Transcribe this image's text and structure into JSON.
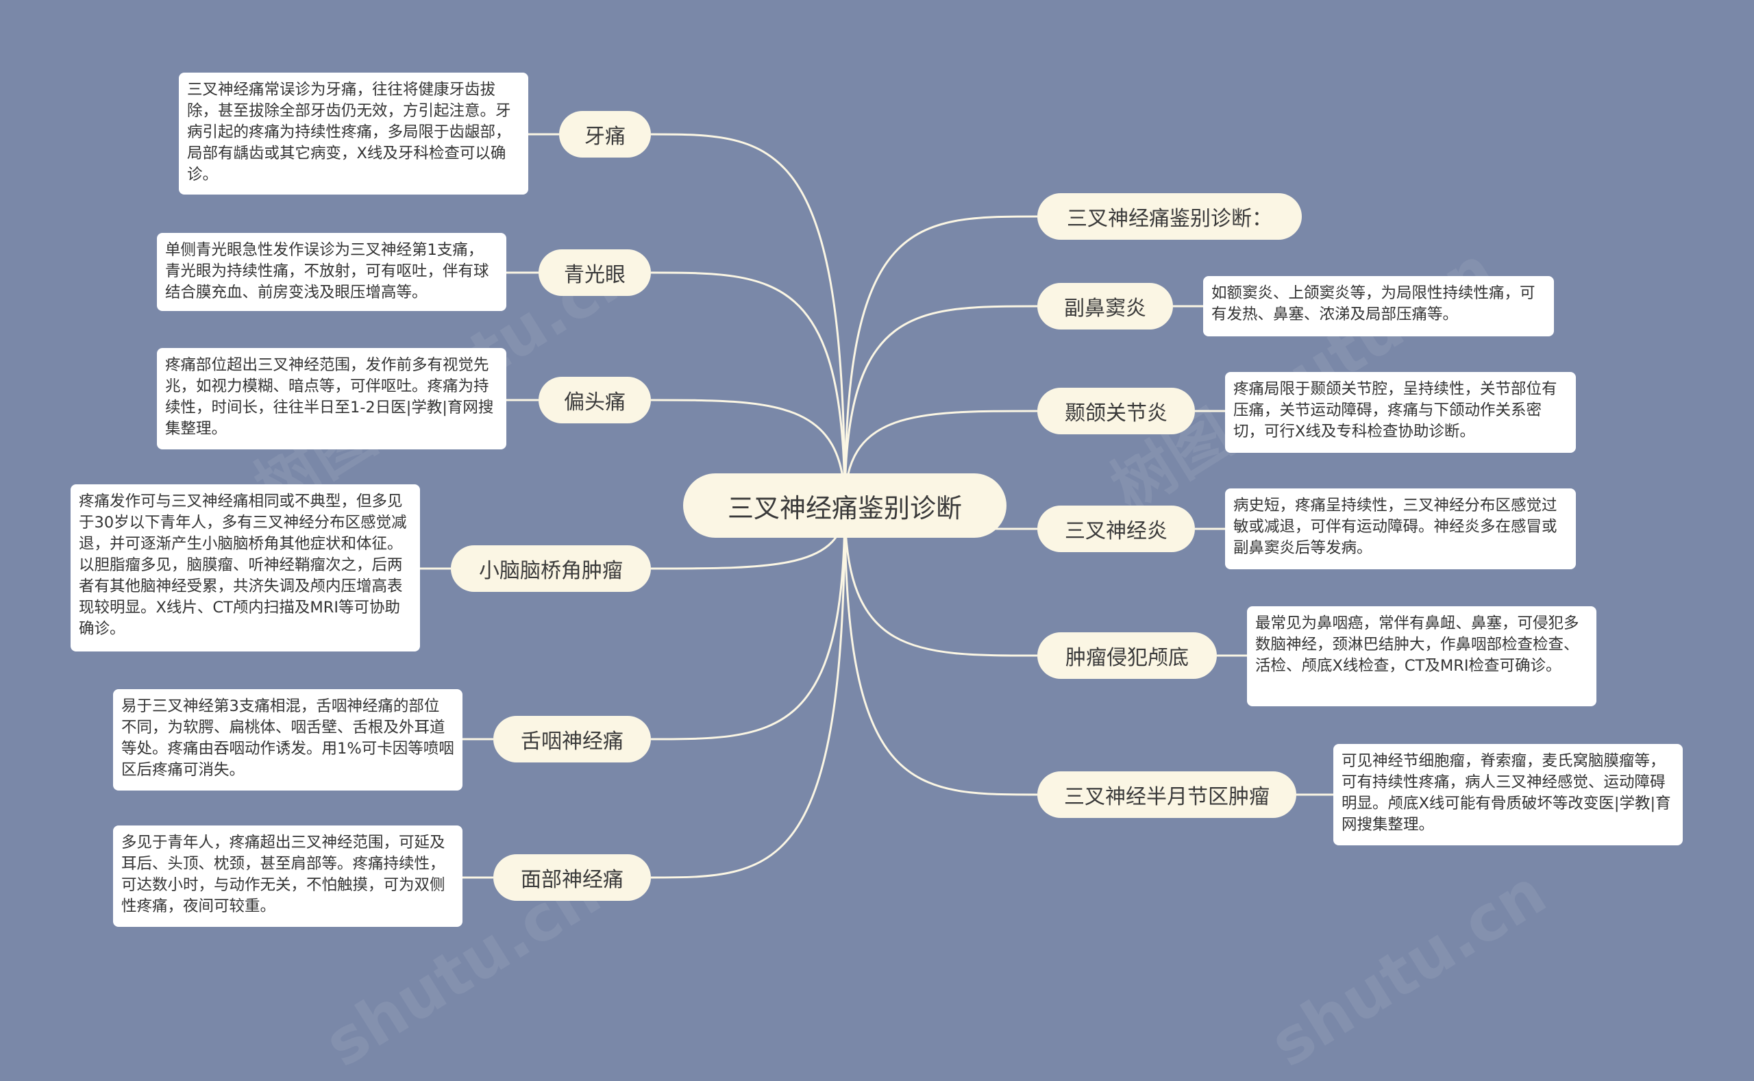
{
  "colors": {
    "background": "#7a88a8",
    "node_fill": "#fbf6e4",
    "note_fill": "#ffffff",
    "link_stroke": "#fbf6e4"
  },
  "watermark": "树图shutu.cn",
  "center": {
    "label": "三叉神经痛鉴别诊断"
  },
  "left_branches": [
    {
      "label": "牙痛",
      "note": "三叉神经痛常误诊为牙痛，往往将健康牙齿拔除，甚至拔除全部牙齿仍无效，方引起注意。牙病引起的疼痛为持续性疼痛，多局限于齿龈部，局部有龋齿或其它病变，X线及牙科检查可以确诊。"
    },
    {
      "label": "青光眼",
      "note": "单侧青光眼急性发作误诊为三叉神经第1支痛，青光眼为持续性痛，不放射，可有呕吐，伴有球结合膜充血、前房变浅及眼压增高等。"
    },
    {
      "label": "偏头痛",
      "note": "疼痛部位超出三叉神经范围，发作前多有视觉先兆，如视力模糊、暗点等，可伴呕吐。疼痛为持续性，时间长，往往半日至1-2日医|学教|育网搜集整理。"
    },
    {
      "label": "小脑脑桥角肿瘤",
      "note": "疼痛发作可与三叉神经痛相同或不典型，但多见于30岁以下青年人，多有三叉神经分布区感觉减退，并可逐渐产生小脑脑桥角其他症状和体征。以胆脂瘤多见，脑膜瘤、听神经鞘瘤次之，后两者有其他脑神经受累，共济失调及颅内压增高表现较明显。X线片、CT颅内扫描及MRI等可协助确诊。"
    },
    {
      "label": "舌咽神经痛",
      "note": "易于三叉神经第3支痛相混，舌咽神经痛的部位不同，为软腭、扁桃体、咽舌壁、舌根及外耳道等处。疼痛由吞咽动作诱发。用1%可卡因等喷咽区后疼痛可消失。"
    },
    {
      "label": "面部神经痛",
      "note": "多见于青年人，疼痛超出三叉神经范围，可延及耳后、头顶、枕颈，甚至肩部等。疼痛持续性，可达数小时，与动作无关，不怕触摸，可为双侧性疼痛，夜间可较重。"
    }
  ],
  "right_branches": [
    {
      "label": "三叉神经痛鉴别诊断：",
      "note": ""
    },
    {
      "label": "副鼻窦炎",
      "note": "如额窦炎、上颌窦炎等，为局限性持续性痛，可有发热、鼻塞、浓涕及局部压痛等。"
    },
    {
      "label": "颞颌关节炎",
      "note": "疼痛局限于颞颌关节腔，呈持续性，关节部位有压痛，关节运动障碍，疼痛与下颌动作关系密切，可行X线及专科检查协助诊断。"
    },
    {
      "label": "三叉神经炎",
      "note": "病史短，疼痛呈持续性，三叉神经分布区感觉过敏或减退，可伴有运动障碍。神经炎多在感冒或副鼻窦炎后等发病。"
    },
    {
      "label": "肿瘤侵犯颅底",
      "note": "最常见为鼻咽癌，常伴有鼻衄、鼻塞，可侵犯多数脑神经，颈淋巴结肿大，作鼻咽部检查检查、活检、颅底X线检查，CT及MRI检查可确诊。"
    },
    {
      "label": "三叉神经半月节区肿瘤",
      "note": "可见神经节细胞瘤，脊索瘤，麦氏窝脑膜瘤等，可有持续性疼痛，病人三叉神经感觉、运动障碍明显。颅底X线可能有骨质破坏等改变医|学教|育网搜集整理。"
    }
  ]
}
